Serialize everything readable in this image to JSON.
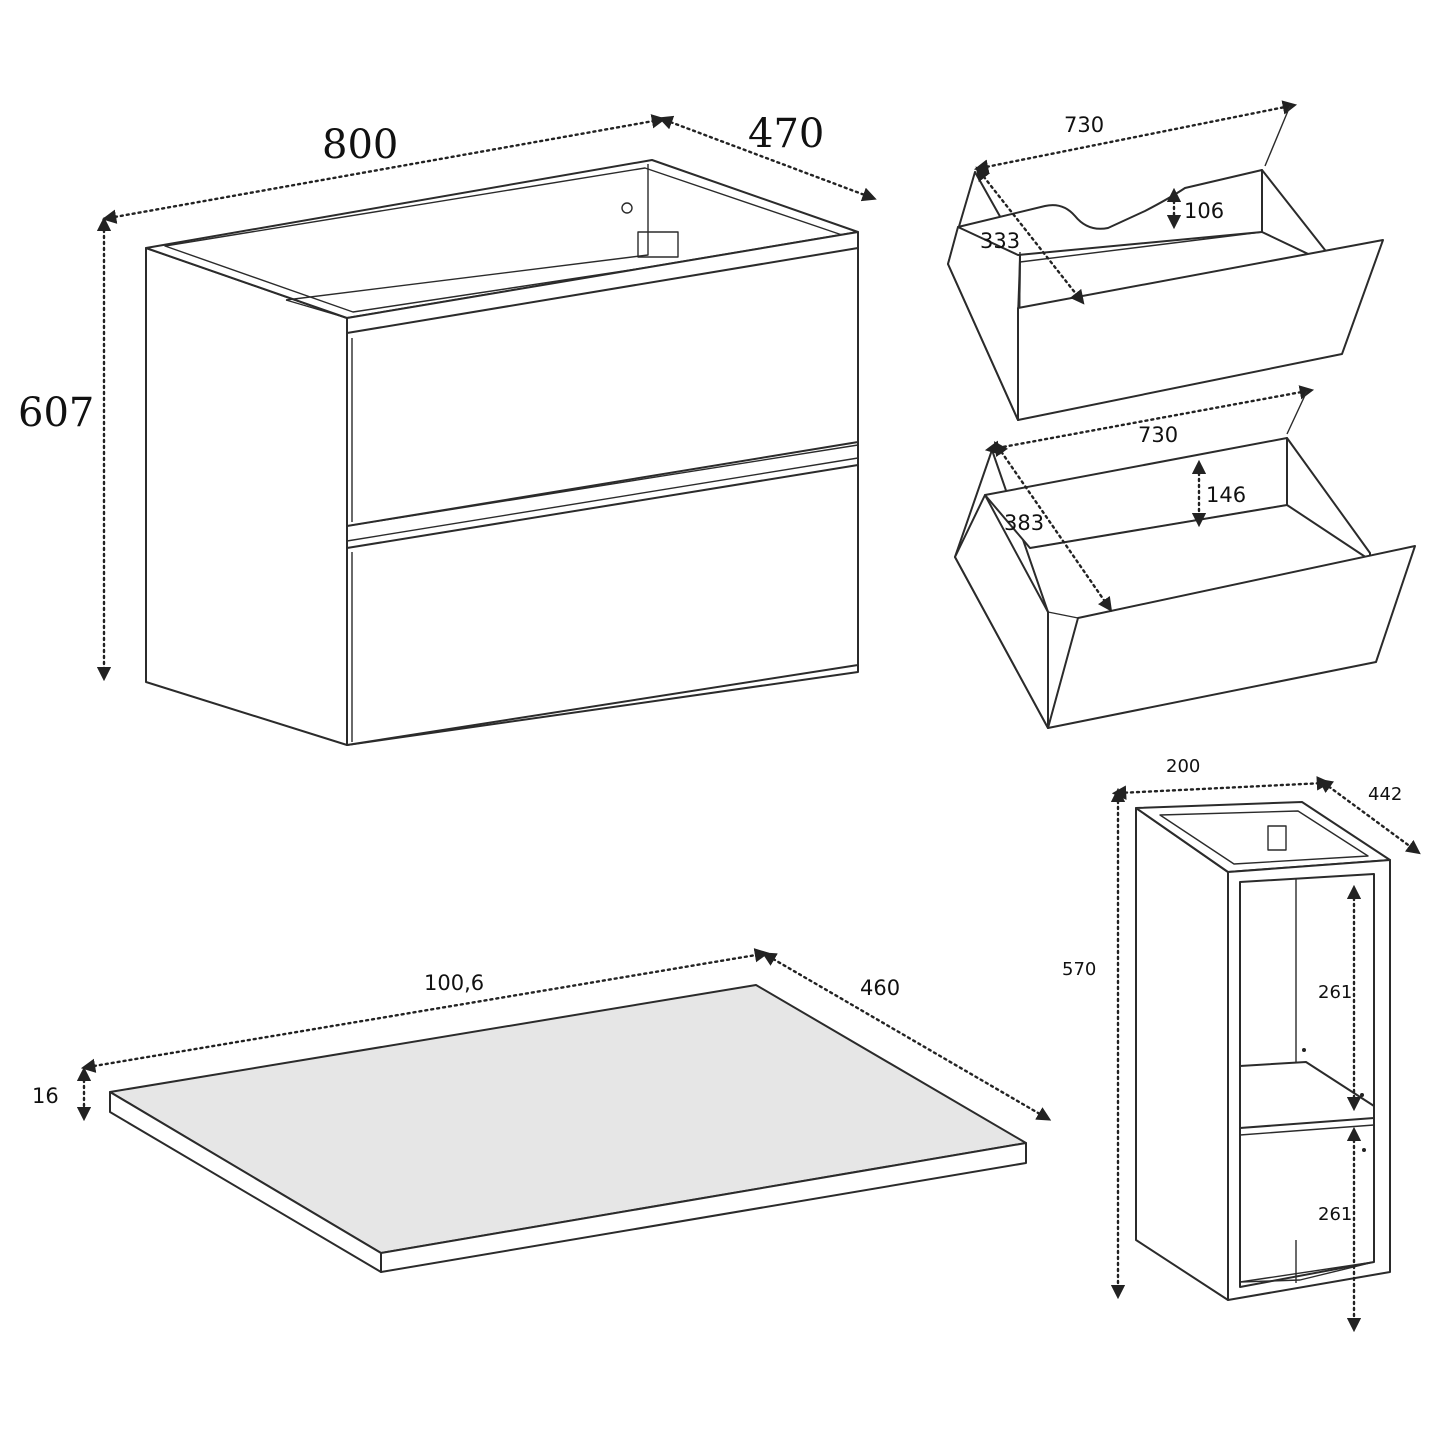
{
  "cabinet": {
    "width_label": "800",
    "depth_label": "470",
    "height_label": "607"
  },
  "drawer_top": {
    "width_label": "730",
    "depth_label": "333",
    "height_label": "106"
  },
  "drawer_bottom": {
    "width_label": "730",
    "depth_label": "383",
    "height_label": "146"
  },
  "countertop": {
    "width_label": "100,6",
    "depth_label": "460",
    "thickness_label": "16"
  },
  "side_unit": {
    "width_label": "200",
    "depth_label": "442",
    "height_label": "570",
    "shelf_upper_label": "261",
    "shelf_lower_label": "261"
  }
}
